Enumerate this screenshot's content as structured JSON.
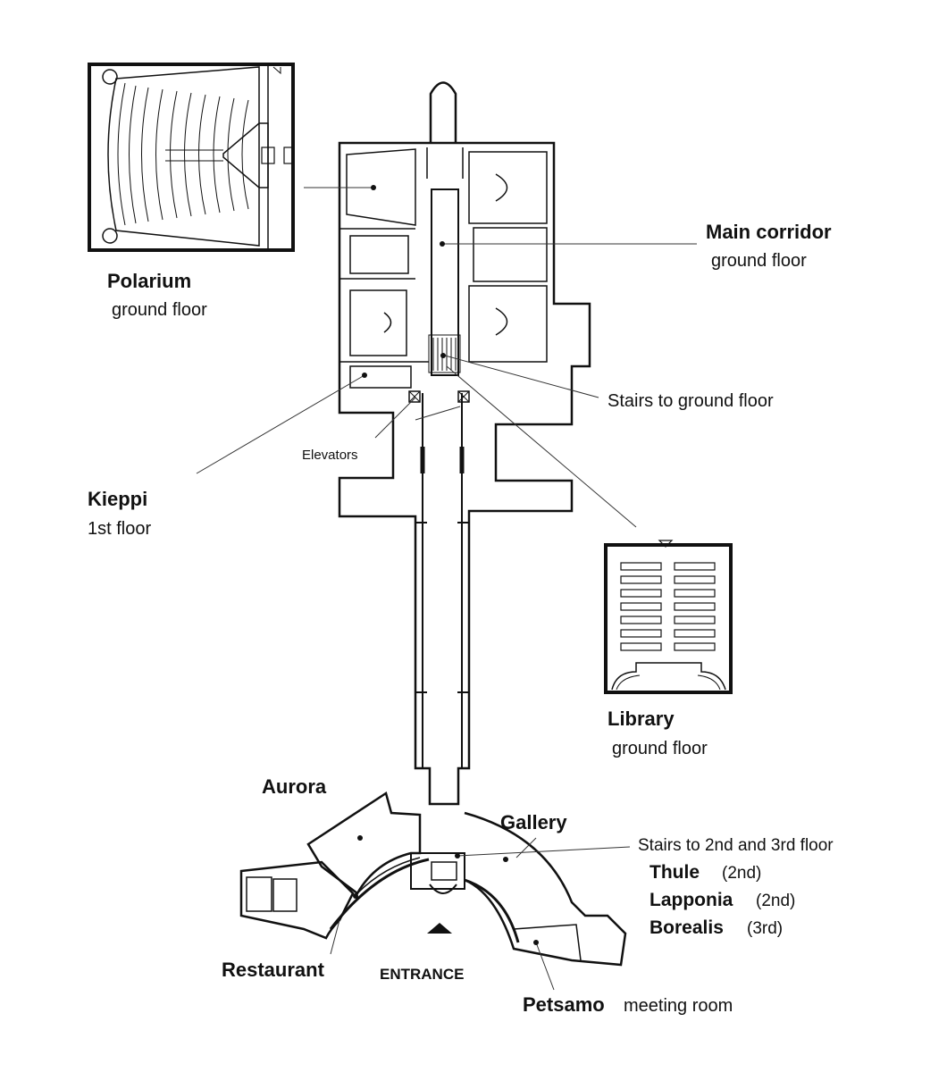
{
  "labels": {
    "main_corridor": {
      "name": "Main corridor",
      "floor": "ground floor"
    },
    "polarium": {
      "name": "Polarium",
      "floor": "ground floor"
    },
    "stairs_ground": "Stairs to ground floor",
    "elevators": "Elevators",
    "kieppi": {
      "name": "Kieppi",
      "floor": "1st floor"
    },
    "library": {
      "name": "Library",
      "floor": "ground floor"
    },
    "aurora": "Aurora",
    "gallery": "Gallery",
    "stairs_upper": "Stairs to 2nd and 3rd floor",
    "thule": {
      "name": "Thule",
      "floor": "(2nd)"
    },
    "lapponia": {
      "name": "Lapponia",
      "floor": "(2nd)"
    },
    "borealis": {
      "name": "Borealis",
      "floor": "(3rd)"
    },
    "restaurant": "Restaurant",
    "entrance": "ENTRANCE",
    "petsamo": {
      "name": "Petsamo",
      "suffix": "meeting room"
    }
  }
}
